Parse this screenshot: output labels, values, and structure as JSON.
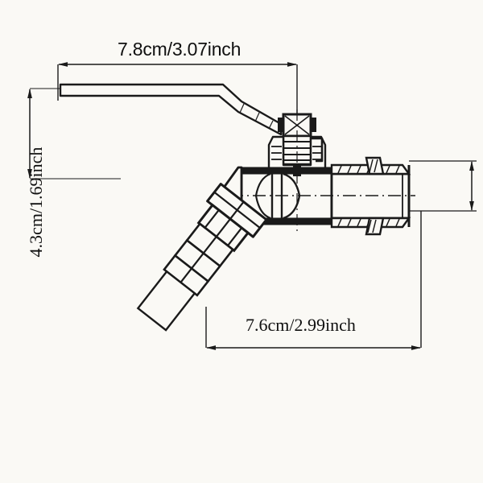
{
  "drawing": {
    "type": "technical-dimension-drawing",
    "subject": "brass ball valve garden tap with hose barb outlet",
    "background_color": "#faf9f5",
    "line_color": "#1a1a1a",
    "view": "side cross-section"
  },
  "dimensions": {
    "width": {
      "id": "handle-length",
      "label": "7.8cm/3.07inch",
      "value_cm": 7.8,
      "value_inch": 3.07,
      "orientation": "horizontal",
      "position": "top"
    },
    "height": {
      "id": "body-height",
      "label": "4.3cm/1.69inch",
      "value_cm": 4.3,
      "value_inch": 1.69,
      "orientation": "vertical",
      "position": "left"
    },
    "depth": {
      "id": "outlet-length",
      "label": "7.6cm/2.99inch",
      "value_cm": 7.6,
      "value_inch": 2.99,
      "orientation": "horizontal",
      "position": "bottom"
    },
    "unlabeled_right": {
      "id": "outlet-diameter",
      "label": "",
      "orientation": "vertical",
      "position": "right"
    }
  },
  "parts": [
    {
      "name": "lever-handle",
      "description": "bent flat lever arm extending left from stem"
    },
    {
      "name": "stem-nut",
      "description": "hexagonal nut with cross hatch on top of stem"
    },
    {
      "name": "threaded-stem",
      "description": "ribbed threaded stem below nut"
    },
    {
      "name": "valve-body",
      "description": "main cylindrical ball valve body"
    },
    {
      "name": "outlet-pipe",
      "description": "right-hand threaded outlet with collar"
    },
    {
      "name": "hose-barb",
      "description": "angled ribbed hose connector pointing down-left"
    },
    {
      "name": "centerline",
      "description": "dash-dot centerline through body axis"
    }
  ]
}
